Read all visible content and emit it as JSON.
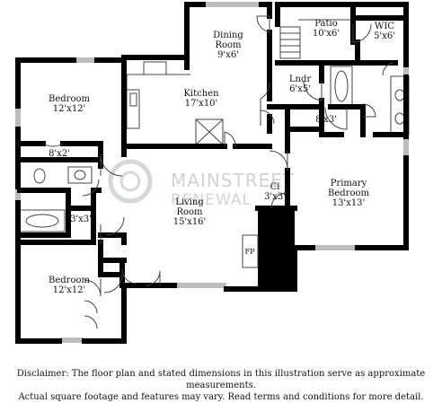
{
  "rooms": {
    "dining": {
      "name": "Dining",
      "name2": "Room",
      "dims": "9'x6'"
    },
    "patio": {
      "name": "Patio",
      "dims": "10'x6'"
    },
    "wic": {
      "name": "WIC",
      "dims": "5'x6'"
    },
    "laundry": {
      "name": "Lndr",
      "dims": "6'x5'"
    },
    "kitchen": {
      "name": "Kitchen",
      "dims": "17'x10'"
    },
    "bedroom_top": {
      "name": "Bedroom",
      "dims": "12'x12'"
    },
    "closet_8x2": {
      "dims": "8'x2'"
    },
    "closet_8x3": {
      "dims": "8'x3'"
    },
    "primary": {
      "name": "Primary",
      "name2": "Bedroom",
      "dims": "13'x13'"
    },
    "closet_cl": {
      "name": "Cl",
      "dims": "3'x3'"
    },
    "living": {
      "name": "Living",
      "name2": "Room",
      "dims": "15'x16'"
    },
    "closet_3x3": {
      "dims": "3'x3'"
    },
    "bedroom_bottom": {
      "name": "Bedroom",
      "dims": "12'x12'"
    },
    "fireplace": {
      "name": "FP"
    }
  },
  "watermark": {
    "line1": "MAINSTREET",
    "line2": "RENEWAL"
  },
  "disclaimer": {
    "line1": "Disclaimer: The floor plan and stated dimensions in this illustration serve as approximate measurements.",
    "line2": "Actual square footage and features may vary. Read terms and conditions for more detail."
  }
}
